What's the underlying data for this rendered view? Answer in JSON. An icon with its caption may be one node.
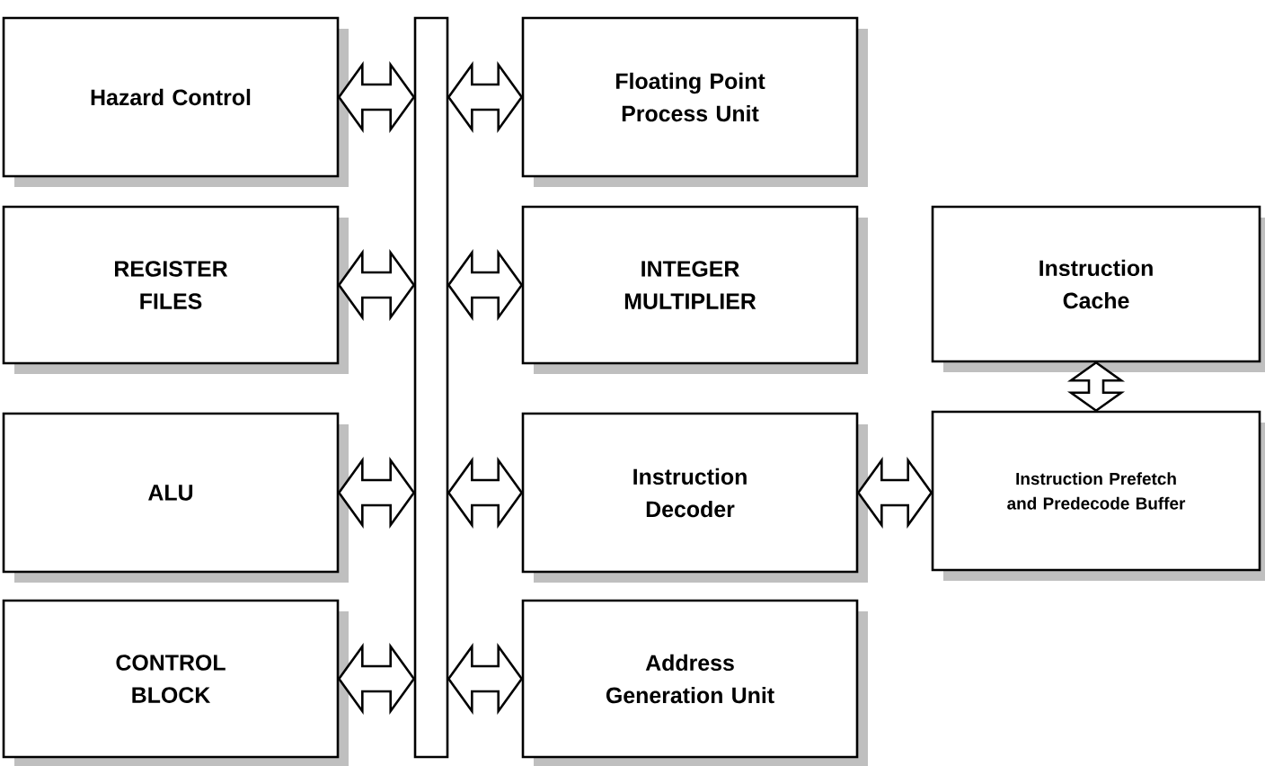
{
  "diagram": {
    "nodes": [
      {
        "text": [
          "Hazard Control"
        ]
      },
      {
        "text": [
          "Floating Point Process Unit"
        ]
      },
      {
        "text": [
          "REGISTER FILES"
        ]
      },
      {
        "text": [
          "INTEGER MULTIPLIER"
        ]
      },
      {
        "text": [
          "Instruction Cache"
        ]
      },
      {
        "text": [
          "ALU"
        ]
      },
      {
        "text": [
          "Instruction Decoder"
        ]
      },
      {
        "text": [
          "Instruction Prefetch and Predecode Buffer"
        ]
      },
      {
        "text": [
          "CONTROL BLOCK"
        ]
      },
      {
        "text": [
          "Address Generation Unit"
        ]
      },
      {
        "text": [],
        "shape": "bar"
      }
    ],
    "edges": [
      {
        "from": 0,
        "to": 10,
        "arrow": "both"
      },
      {
        "from": 1,
        "to": 10,
        "arrow": "both"
      },
      {
        "from": 2,
        "to": 10,
        "arrow": "both"
      },
      {
        "from": 3,
        "to": 10,
        "arrow": "both"
      },
      {
        "from": 5,
        "to": 10,
        "arrow": "both"
      },
      {
        "from": 6,
        "to": 10,
        "arrow": "both"
      },
      {
        "from": 8,
        "to": 10,
        "arrow": "both"
      },
      {
        "from": 9,
        "to": 10,
        "arrow": "both"
      },
      {
        "from": 6,
        "to": 7,
        "arrow": "both"
      },
      {
        "from": 4,
        "to": 7,
        "arrow": "both"
      }
    ]
  }
}
